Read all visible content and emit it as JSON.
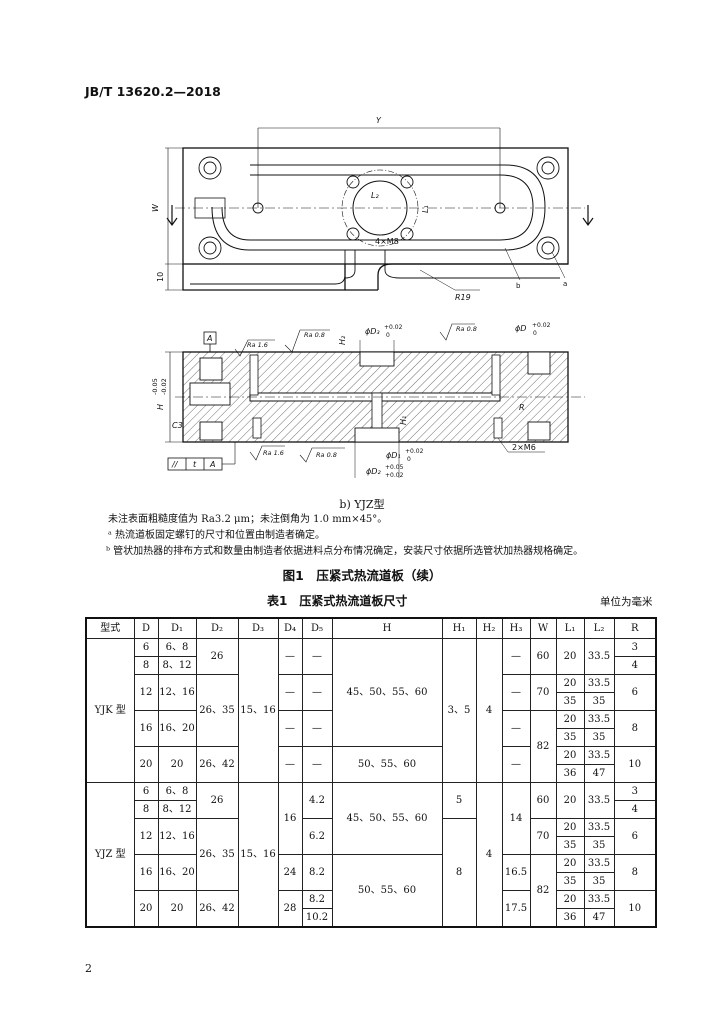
{
  "header": {
    "standard_no": "JB/T 13620.2—2018"
  },
  "drawing": {
    "top_view": {
      "dim_y": "Y",
      "dim_w": "W",
      "dim_10": "10",
      "dim_r19": "R19",
      "l2": "L₂",
      "l1": "L₁",
      "holes": "4×M8",
      "callout_b": "b",
      "callout_a": "a"
    },
    "section": {
      "datum": "A",
      "ra16": "Ra 1.6",
      "ra08": "Ra 0.8",
      "ra08b": "Ra 0.8",
      "ra16b": "Ra 1.6",
      "ra08c": "Ra 0.8",
      "d3": "ϕD₃",
      "d3_tol": "+0.02",
      "d3_tol2": "0",
      "d4": "ϕD",
      "d4_tol": "+0.02",
      "d4_tol2": "0",
      "h2": "H₂",
      "h1": "H₁",
      "h": "H",
      "h_tol1": "-0.05",
      "h_tol2": "-0.02",
      "c3": "C3",
      "r": "R",
      "d1": "ϕD₁",
      "d1_tol": "+0.02",
      "d1_tol2": "0",
      "d2": "ϕD₂",
      "d2_tol": "+0.05",
      "d2_tol2": "+0.02",
      "m6": "2×M6",
      "par_sym": "//",
      "par_t": "t",
      "par_a": "A"
    }
  },
  "caption_b": "b) YJZ型",
  "notes": [
    "未注表面粗糙度值为 Ra3.2 μm；未注倒角为 1.0 mm×45°。",
    "ᵃ 热流道板固定螺钉的尺寸和位置由制造者确定。",
    "ᵇ 管状加热器的排布方式和数量由制造者依据进料点分布情况确定，安装尺寸依据所选管状加热器规格确定。"
  ],
  "figure_title": "图1　压紧式热流道板（续）",
  "table_title": "表1　压紧式热流道板尺寸",
  "unit": "单位为毫米",
  "table": {
    "headers": [
      "型式",
      "D",
      "D₁",
      "D₂",
      "D₃",
      "D₄",
      "D₅",
      "H",
      "H₁",
      "H₂",
      "H₃",
      "W",
      "L₁",
      "L₂",
      "R"
    ],
    "yjk": "YJK 型",
    "yjz": "YJZ 型",
    "v": {
      "k_d1": "6",
      "k_d1a": "6、8",
      "k_d1b": "8",
      "k_d1c": "8、12",
      "k_d2a": "26",
      "k_d4a": "—",
      "k_d5a": "—",
      "k_h3a": "—",
      "k_wa": "60",
      "k_l1a": "20",
      "k_l2a": "33.5",
      "k_ra": "3",
      "k_rb": "4",
      "k_d2": "12",
      "k_d2v": "12、16",
      "k_d2b": "26、35",
      "k_d3": "15、16",
      "k_d4b": "—",
      "k_d5b": "—",
      "k_h": "45、50、55、60",
      "k_h1": "3、5",
      "k_h2": "4",
      "k_h3b": "—",
      "k_wb": "70",
      "k_l1b": "20",
      "k_l2b": "33.5",
      "k_l1c": "35",
      "k_l2c": "35",
      "k_rc": "6",
      "k_d3r": "16",
      "k_d3v": "16、20",
      "k_d4c": "—",
      "k_d5c": "—",
      "k_h3c": "—",
      "k_wc": "82",
      "k_l1d": "20",
      "k_l2d": "33.5",
      "k_l1e": "35",
      "k_l2e": "35",
      "k_rd": "8",
      "k_d4r": "20",
      "k_d4v": "20",
      "k_d2c": "26、42",
      "k_d4d": "—",
      "k_d5d": "—",
      "k_hb": "50、55、60",
      "k_h3d": "—",
      "k_l1f": "20",
      "k_l2f": "33.5",
      "k_l1g": "36",
      "k_l2g": "47",
      "k_re": "10",
      "z_d1": "6",
      "z_d1a": "6、8",
      "z_d1b": "8",
      "z_d1c": "8、12",
      "z_d2a": "26",
      "z_d4a": "16",
      "z_d5a": "4.2",
      "z_h": "45、50、55、60",
      "z_h1a": "5",
      "z_h3a": "14",
      "z_wa": "60",
      "z_l1a": "20",
      "z_l2a": "33.5",
      "z_ra": "3",
      "z_rb": "4",
      "z_d2": "12",
      "z_d2v": "12、16",
      "z_d2b": "26、35",
      "z_d3": "15、16",
      "z_d5b": "6.2",
      "z_h2": "4",
      "z_wb": "70",
      "z_l1b": "20",
      "z_l2b": "33.5",
      "z_l1c": "35",
      "z_l2c": "35",
      "z_rc": "6",
      "z_d3r": "16",
      "z_d3v": "16、20",
      "z_d4b": "24",
      "z_d5c": "8.2",
      "z_hb": "50、55、60",
      "z_h1b": "8",
      "z_h3b": "16.5",
      "z_wc": "82",
      "z_l1d": "20",
      "z_l2d": "33.5",
      "z_l1e": "35",
      "z_l2e": "35",
      "z_rd": "8",
      "z_d4r": "20",
      "z_d4v": "20",
      "z_d2c": "26、42",
      "z_d4c": "28",
      "z_d5d": "8.2",
      "z_d5e": "10.2",
      "z_h3c": "17.5",
      "z_l1f": "20",
      "z_l2f": "33.5",
      "z_l1g": "36",
      "z_l2g": "47",
      "z_re": "10"
    }
  },
  "page_number": "2"
}
